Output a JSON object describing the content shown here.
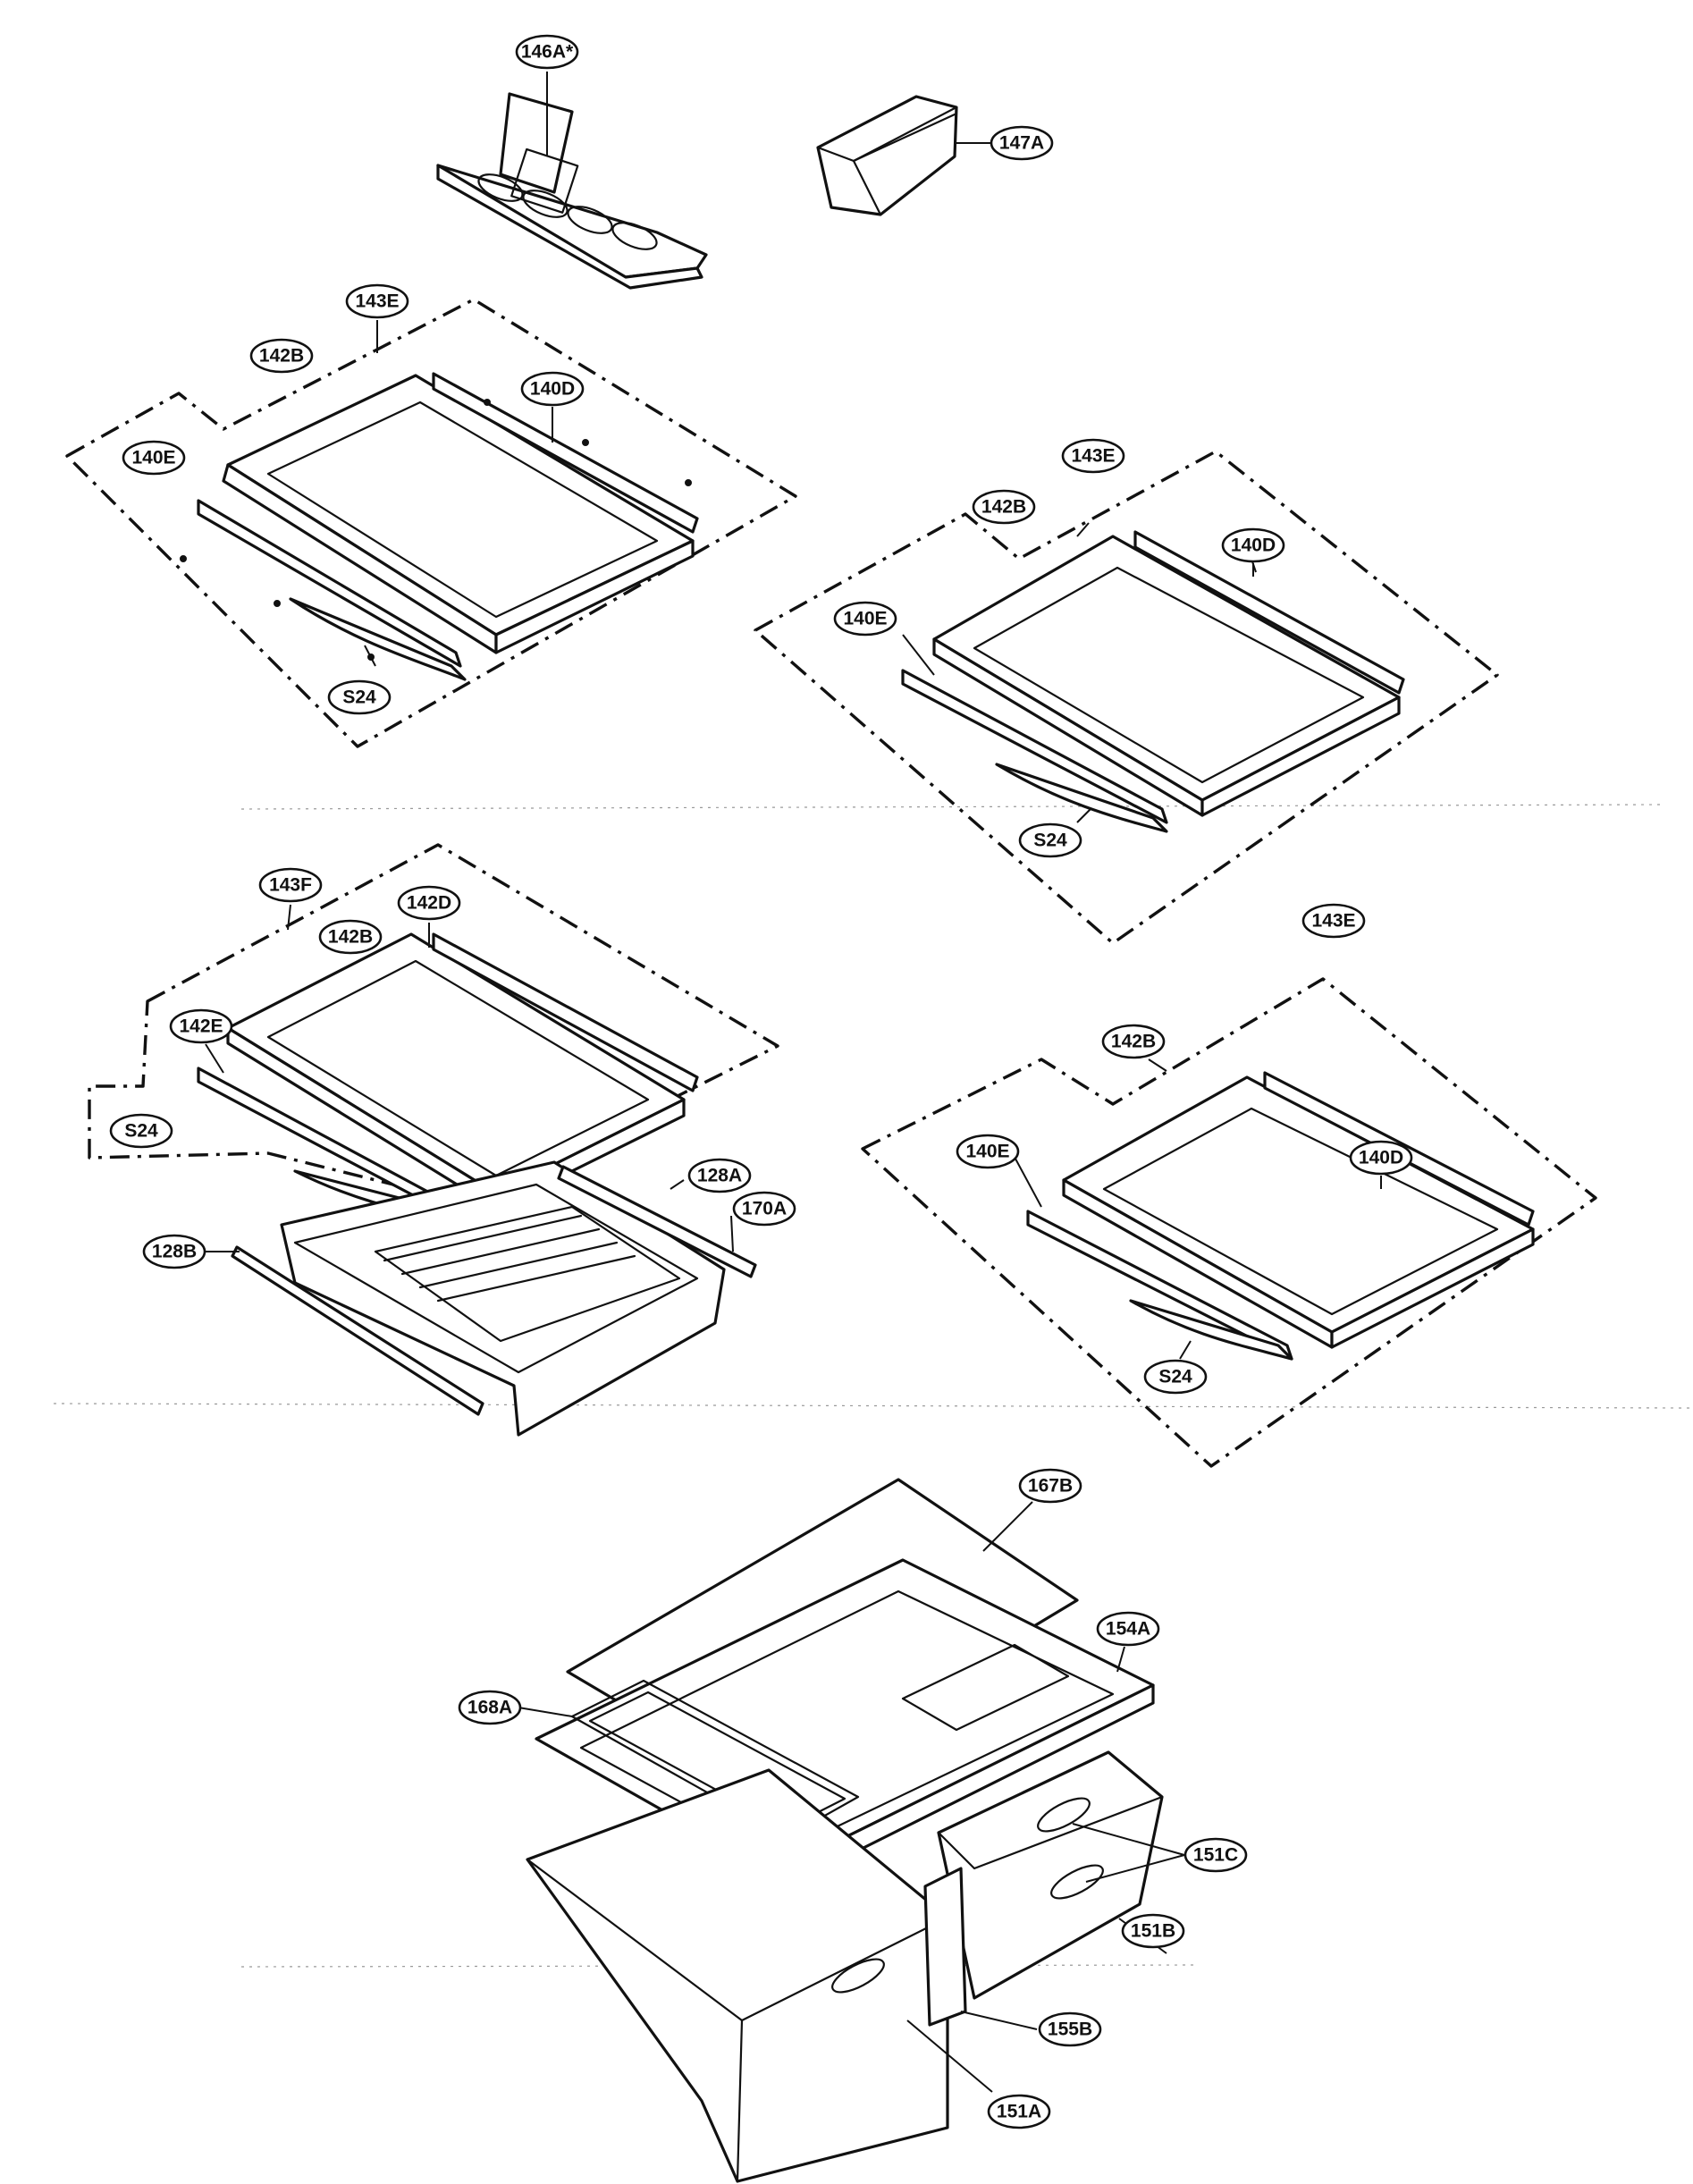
{
  "diagram": {
    "callouts": [
      {
        "id": "c146A",
        "text": "146A*"
      },
      {
        "id": "c147A",
        "text": "147A"
      },
      {
        "id": "c143E1",
        "text": "143E"
      },
      {
        "id": "c142B1",
        "text": "142B"
      },
      {
        "id": "c140D1",
        "text": "140D"
      },
      {
        "id": "c140E1",
        "text": "140E"
      },
      {
        "id": "cS24a",
        "text": "S24"
      },
      {
        "id": "c143E2",
        "text": "143E"
      },
      {
        "id": "c142B2",
        "text": "142B"
      },
      {
        "id": "c140D2",
        "text": "140D"
      },
      {
        "id": "c140E2",
        "text": "140E"
      },
      {
        "id": "cS24b",
        "text": "S24"
      },
      {
        "id": "c143F",
        "text": "143F"
      },
      {
        "id": "c142B3",
        "text": "142B"
      },
      {
        "id": "c142D",
        "text": "142D"
      },
      {
        "id": "c142E",
        "text": "142E"
      },
      {
        "id": "cS24c",
        "text": "S24"
      },
      {
        "id": "c128A",
        "text": "128A"
      },
      {
        "id": "c170A",
        "text": "170A"
      },
      {
        "id": "c128B",
        "text": "128B"
      },
      {
        "id": "c143E3",
        "text": "143E"
      },
      {
        "id": "c142B4",
        "text": "142B"
      },
      {
        "id": "c140D3",
        "text": "140D"
      },
      {
        "id": "c140E3",
        "text": "140E"
      },
      {
        "id": "cS24d",
        "text": "S24"
      },
      {
        "id": "c167B",
        "text": "167B"
      },
      {
        "id": "c154A",
        "text": "154A"
      },
      {
        "id": "c168A",
        "text": "168A"
      },
      {
        "id": "c151C",
        "text": "151C"
      },
      {
        "id": "c151B",
        "text": "151B"
      },
      {
        "id": "c155B",
        "text": "155B"
      },
      {
        "id": "c151A",
        "text": "151A"
      }
    ]
  }
}
